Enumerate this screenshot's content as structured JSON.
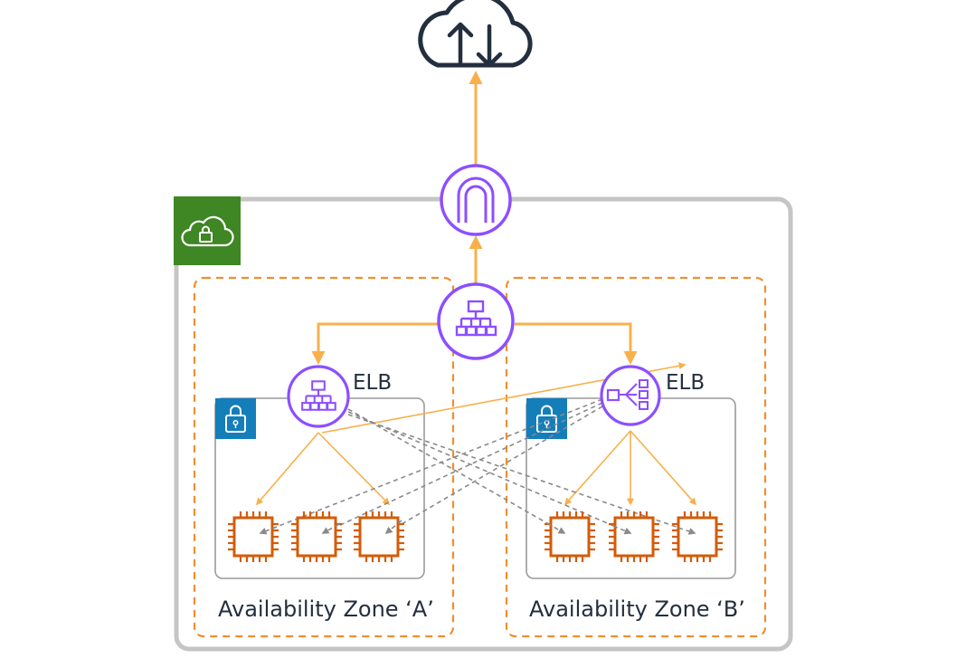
{
  "elb_a": {
    "label": "ELB"
  },
  "elb_b": {
    "label": "ELB"
  },
  "zone_a": {
    "label": "Availability Zone ‘A’"
  },
  "zone_b": {
    "label": "Availability Zone ‘B’"
  },
  "colors": {
    "orange_arrow": "#f8b04b",
    "zone_border": "#ef8f2e",
    "vpc_border": "#c5c5c5",
    "vpc_badge": "#3f8624",
    "subnet_badge": "#147eba",
    "purple": "#8c4fff",
    "ec2_orange": "#d45b07",
    "dashed_gray": "#8a8a8a",
    "dark_ink": "#232f3e"
  },
  "icons": {
    "internet": "cloud-upload-download-icon",
    "gateway": "internet-gateway-icon",
    "top_lb": "application-load-balancer-icon",
    "elb_a": "application-load-balancer-icon",
    "elb_b": "network-load-balancer-icon",
    "vpc": "vpc-cloud-lock-icon",
    "subnet": "private-subnet-lock-icon",
    "instance": "ec2-instance-icon"
  }
}
